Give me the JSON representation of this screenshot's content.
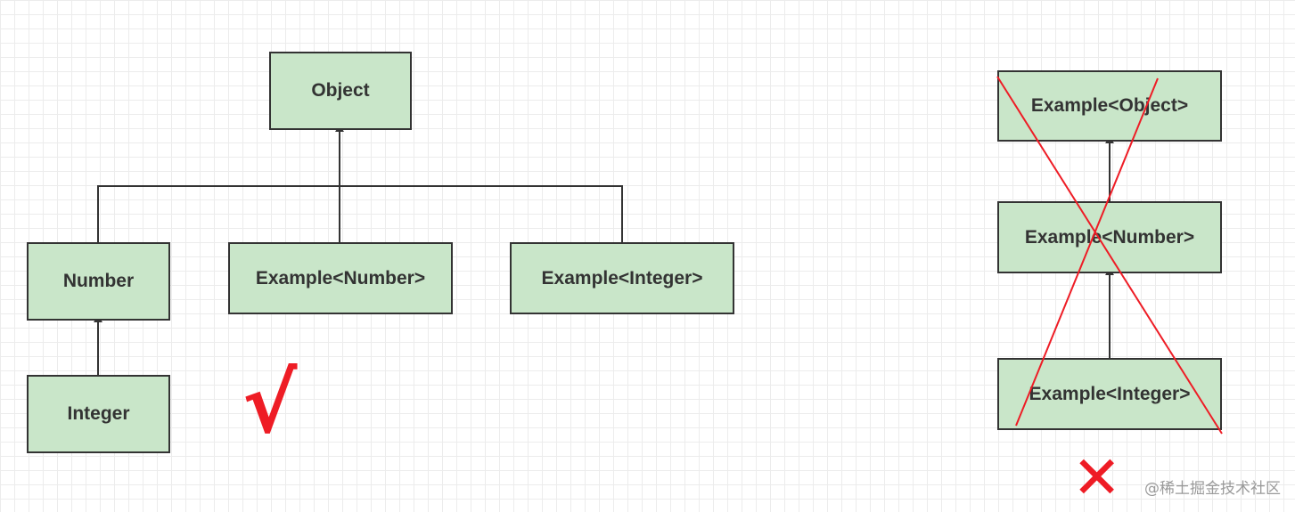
{
  "left_diagram": {
    "object": "Object",
    "number": "Number",
    "integer": "Integer",
    "example_number": "Example<Number>",
    "example_integer": "Example<Integer>",
    "check_mark": "√"
  },
  "right_diagram": {
    "example_object": "Example<Object>",
    "example_number": "Example<Number>",
    "example_integer": "Example<Integer>",
    "cross_mark": "✕"
  },
  "watermark": "@稀土掘金技术社区",
  "colors": {
    "node_fill": "#c9e6c9",
    "node_border": "#333333",
    "mark": "#ee1c25"
  }
}
